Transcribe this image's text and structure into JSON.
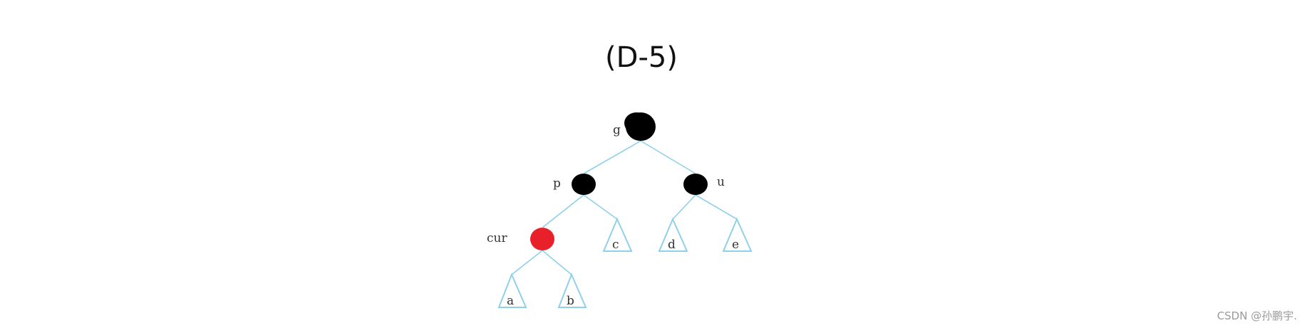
{
  "caption": "(D-5)",
  "watermark": "CSDN @孙鹏宇.",
  "colors": {
    "black": "#000000",
    "red": "#e8202a",
    "edge": "#8fd0ea",
    "label": "#333333"
  },
  "tree": {
    "nodes": [
      {
        "id": "g",
        "label": "g",
        "color": "black"
      },
      {
        "id": "p",
        "label": "p",
        "color": "black"
      },
      {
        "id": "u",
        "label": "u",
        "color": "black"
      },
      {
        "id": "cur",
        "label": "cur",
        "color": "red"
      }
    ],
    "subtrees": [
      {
        "id": "a",
        "label": "a"
      },
      {
        "id": "b",
        "label": "b"
      },
      {
        "id": "c",
        "label": "c"
      },
      {
        "id": "d",
        "label": "d"
      },
      {
        "id": "e",
        "label": "e"
      }
    ],
    "edges": [
      [
        "g",
        "p"
      ],
      [
        "g",
        "u"
      ],
      [
        "p",
        "cur"
      ],
      [
        "p",
        "c"
      ],
      [
        "u",
        "d"
      ],
      [
        "u",
        "e"
      ],
      [
        "cur",
        "a"
      ],
      [
        "cur",
        "b"
      ]
    ]
  }
}
